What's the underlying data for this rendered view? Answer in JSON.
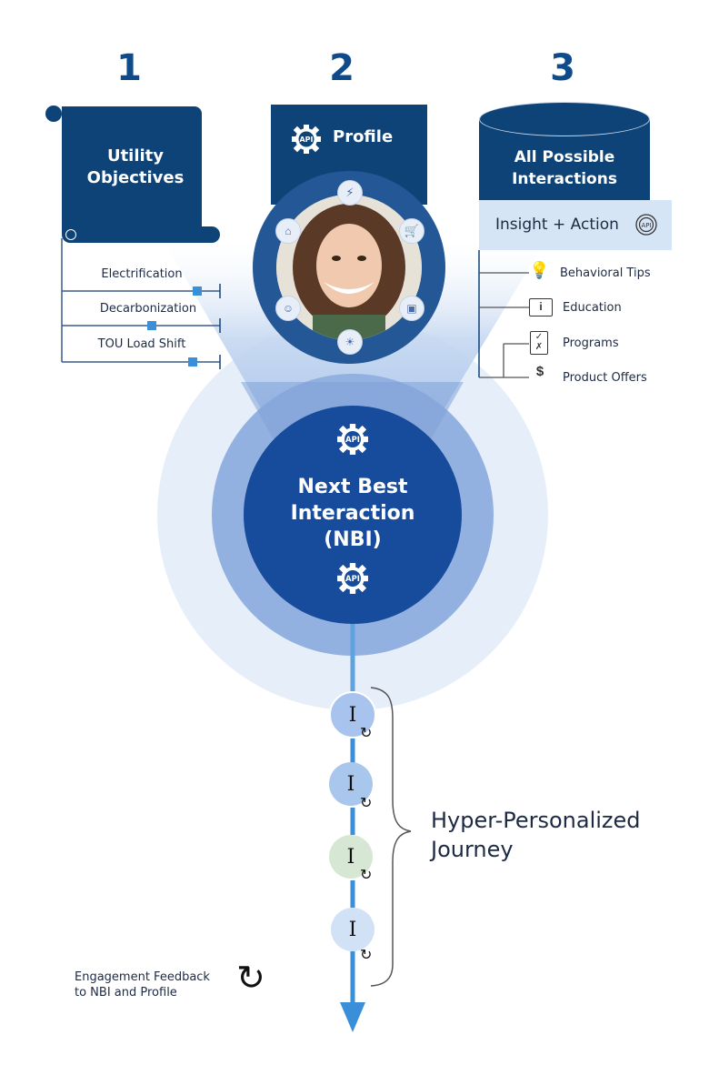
{
  "steps": [
    {
      "number": "1",
      "title_line1": "Utility",
      "title_line2": "Objectives"
    },
    {
      "number": "2",
      "title": "Profile"
    },
    {
      "number": "3",
      "title_line1": "All Possible",
      "title_line2": "Interactions"
    }
  ],
  "objectives": {
    "items": [
      {
        "label": "Electrification",
        "slider_pos": 0.88
      },
      {
        "label": "Decarbonization",
        "slider_pos": 0.57
      },
      {
        "label": "TOU Load Shift",
        "slider_pos": 0.83
      }
    ]
  },
  "profile": {
    "api_badge": "API",
    "icons": [
      "energy-alert-icon",
      "shopping-cart-icon",
      "appliance-icon",
      "solar-panel-icon",
      "brain-head-icon",
      "houses-icon"
    ]
  },
  "interactions": {
    "header": "Insight + Action",
    "api_badge": "API",
    "items": [
      {
        "label": "Behavioral Tips",
        "icon": "lightbulb-icon"
      },
      {
        "label": "Education",
        "icon": "book-icon"
      },
      {
        "label": "Programs",
        "icon": "clipboard-icon"
      },
      {
        "label": "Product Offers",
        "icon": "price-tag-icon"
      }
    ]
  },
  "nbi": {
    "line1": "Next Best",
    "line2": "Interaction",
    "line3": "(NBI)",
    "api_badge": "API"
  },
  "journey": {
    "nodes": [
      {
        "label": "I",
        "color": "#a8c3ee"
      },
      {
        "label": "I",
        "color": "#a9c6ec"
      },
      {
        "label": "I",
        "color": "#d6e8d4"
      },
      {
        "label": "I",
        "color": "#d2e2f6"
      }
    ],
    "label_line1": "Hyper-Personalized",
    "label_line2": "Journey"
  },
  "feedback": {
    "line1": "Engagement Feedback",
    "line2": "to NBI and Profile"
  },
  "colors": {
    "navy": "#0e4378",
    "nbi_core": "#174b9b",
    "ring_mid": "#92b0e0",
    "ring_outer": "#e6eff9",
    "accent_blue": "#3b8fd9",
    "insight_bg": "#d6e5f5"
  }
}
